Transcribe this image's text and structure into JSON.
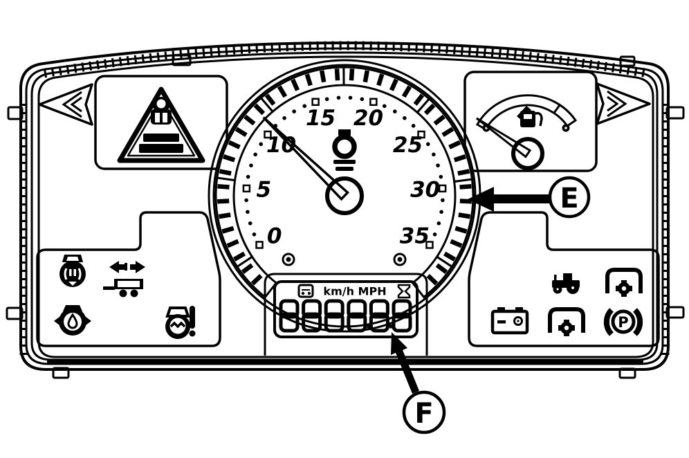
{
  "colors": {
    "ink": "#000000",
    "paper": "#ffffff"
  },
  "speedometer": {
    "min": 0,
    "max": 35,
    "major_step": 5,
    "minor_step": 1,
    "labels": [
      "0",
      "5",
      "10",
      "15",
      "20",
      "25",
      "30",
      "35"
    ],
    "start_bearing_deg": -120,
    "end_bearing_deg": 120,
    "needle_value": 10.8,
    "center_icon": "speed-dial-symbol-icon",
    "screw_count": 2
  },
  "fuel_gauge": {
    "icon": "fuel-pump-icon",
    "needle_fraction": 0.04,
    "start_bearing_deg": -60,
    "end_bearing_deg": 55,
    "end_dot_count": 2
  },
  "lcd": {
    "units_label": "km/h MPH",
    "left_icon": "tractor-symbol-icon",
    "right_icon": "hourglass-icon",
    "digits": [
      "8",
      "8",
      "8",
      "8",
      "8",
      "8"
    ],
    "decimal_points_after": [
      4,
      5
    ]
  },
  "callouts": {
    "e_label": "E",
    "f_label": "F"
  },
  "warning_lamp": {
    "icon": "operator-warning-triangle-icon"
  },
  "turn_signals": {
    "left": "left-arrow-indicator",
    "right": "right-arrow-indicator"
  },
  "left_panel_icons": [
    "air-filter-icon",
    "trailer-indicator-icon",
    "transmission-oil-icon",
    "coolant-temperature-icon"
  ],
  "right_panel_icons": [
    "tractor-icon",
    "gear-range-upper-icon",
    "battery-icon",
    "gear-range-lower-icon",
    "parking-brake-icon"
  ],
  "parking_brake_letter": "P"
}
